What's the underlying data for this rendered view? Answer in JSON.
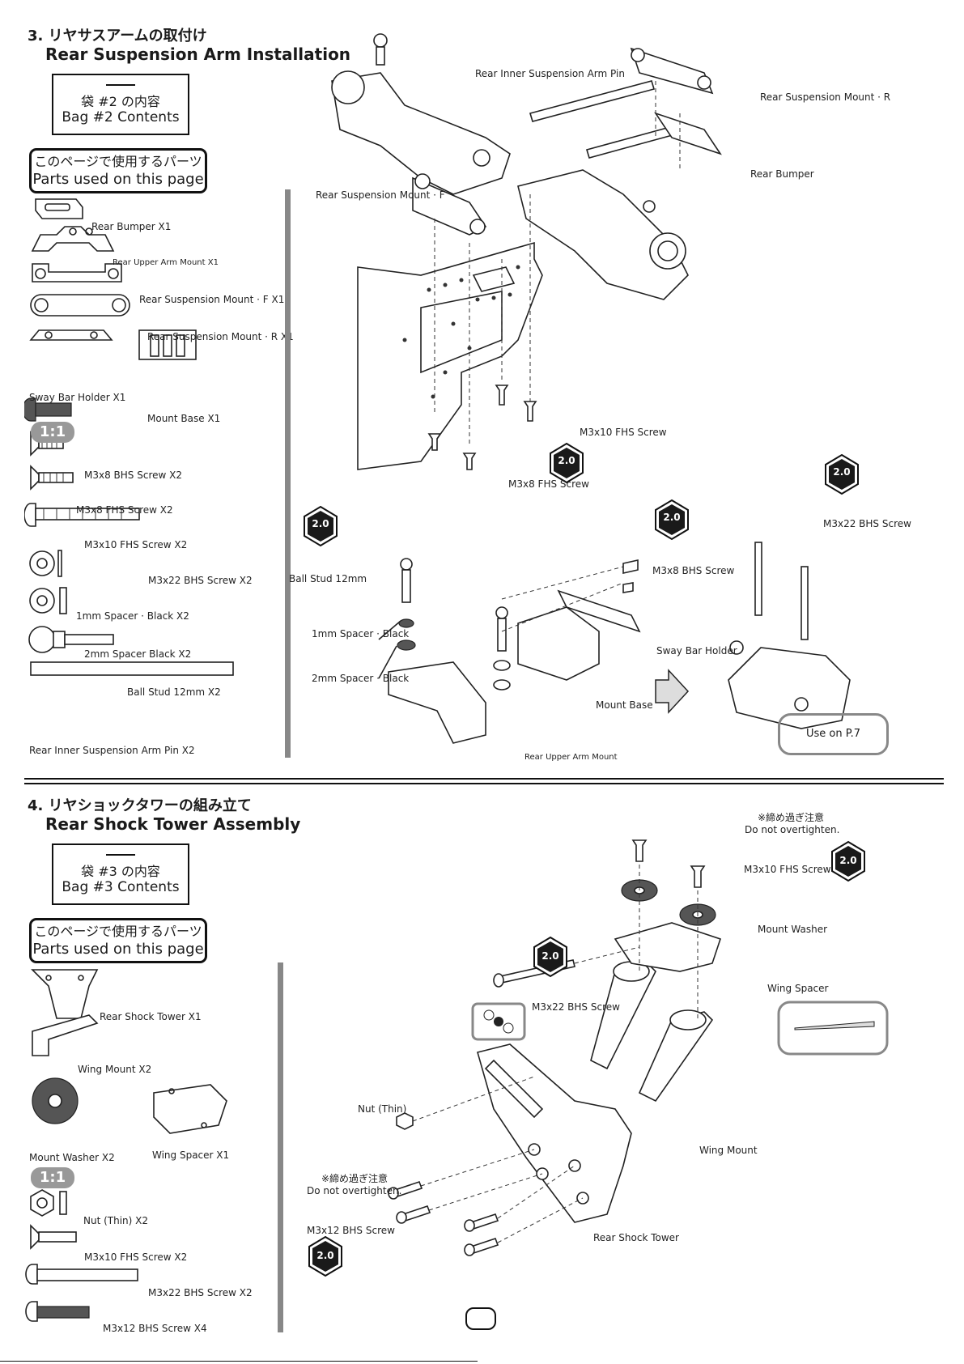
{
  "section3": {
    "title": "3. リヤサスアームの取付け",
    "subtitle": "Rear Suspension Arm Installation",
    "bag_ja": "袋 #2 の内容",
    "bag_en": "Bag #2 Contents",
    "parts_ja": "このページで使用するパーツ",
    "parts_en": "Parts used on this page",
    "scale_badge": "1:1",
    "parts": [
      "Rear Bumper X1",
      "Rear Upper Arm Mount X1",
      "Rear Suspension Mount · F X1",
      "Rear Suspension Mount · R X1",
      "Sway Bar Holder X1",
      "Mount Base X1",
      "M3x8 BHS Screw X2",
      "M3x8 FHS Screw X2",
      "M3x10 FHS Screw X2",
      "M3x22 BHS Screw X2",
      "1mm Spacer · Black X2",
      "2mm Spacer   Black X2",
      "Ball Stud 12mm X2",
      "Rear Inner Suspension Arm Pin X2"
    ],
    "diagram_labels": {
      "inner_pin": "Rear Inner Suspension Arm Pin",
      "mount_r": "Rear Suspension Mount · R",
      "bumper": "Rear Bumper",
      "mount_f": "Rear Suspension Mount · F",
      "m3x10_fhs": "M3x10 FHS Screw",
      "m3x8_fhs": "M3x8 FHS Screw",
      "hex_badge": "2.0",
      "m3x22_bhs": "M3x22 BHS Screw",
      "ball_stud": "Ball Stud 12mm",
      "m3x8_bhs": "M3x8 BHS Screw",
      "spacer1": "1mm Spacer · Black",
      "spacer2": "2mm Spacer · Black",
      "sway_bar_holder": "Sway Bar Holder",
      "mount_base": "Mount Base",
      "upper_arm_mount": "Rear Upper Arm Mount",
      "use_on": "Use on P.7"
    }
  },
  "section4": {
    "title": "4. リヤショックタワーの組み立て",
    "subtitle": "Rear Shock Tower Assembly",
    "bag_ja": "袋 #3 の内容",
    "bag_en": "Bag #3 Contents",
    "parts_ja": "このページで使用するパーツ",
    "parts_en": "Parts used on this page",
    "scale_badge": "1:1",
    "parts": [
      "Rear Shock Tower X1",
      "Wing Mount X2",
      "Mount Washer X2",
      "Wing Spacer X1",
      "Nut (Thin) X2",
      "M3x10 FHS Screw X2",
      "M3x22 BHS Screw X2",
      "M3x12 BHS Screw X4"
    ],
    "diagram_labels": {
      "caution_ja": "※締め過ぎ注意",
      "caution_en": "Do not overtighten.",
      "m3x10_fhs": "M3x10 FHS Screw",
      "mount_washer": "Mount Washer",
      "wing_spacer": "Wing Spacer",
      "m3x22_bhs": "M3x22 BHS Screw",
      "nut_thin": "Nut (Thin)",
      "wing_mount": "Wing Mount",
      "m3x12_bhs": "M3x12 BHS Screw",
      "shock_tower": "Rear Shock Tower",
      "hex_badge": "2.0"
    }
  }
}
